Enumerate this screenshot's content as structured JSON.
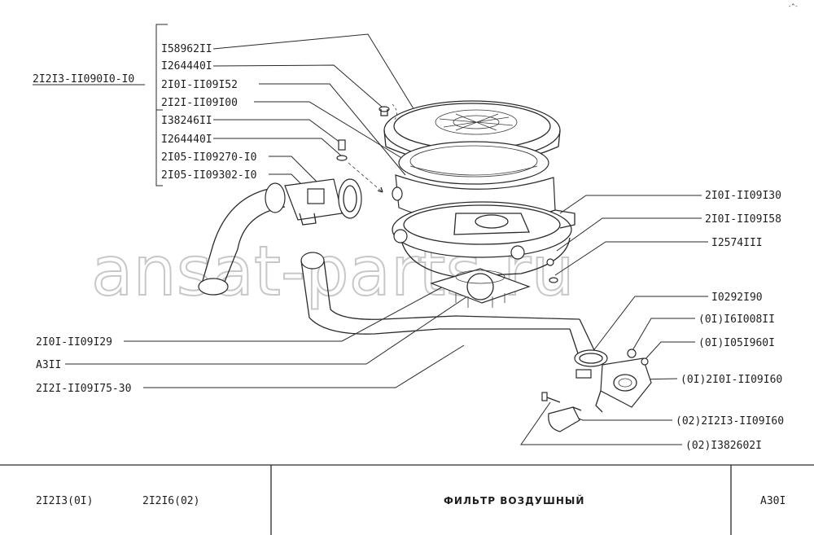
{
  "watermark": "ansat-parts.ru",
  "group_label": "2I2I3-II090I0-I0",
  "labels": {
    "p1": "I58962II",
    "p2": "I264440I",
    "p3": "2I0I-II09I52",
    "p4": "2I2I-II09I00",
    "p5": "I38246II",
    "p6": "I264440I",
    "p7": "2I05-II09270-I0",
    "p8": "2I05-II09302-I0",
    "p9": "2I0I-II09I30",
    "p10": "2I0I-II09I58",
    "p11": "I2574III",
    "p12": "I0292I90",
    "p13": "(0I)I6I008II",
    "p14": "(0I)I05I960I",
    "p15": "(0I)2I0I-II09I60",
    "p16": "(02)2I2I3-II09I60",
    "p17": "(02)I382602I",
    "p18": "2I0I-II09I29",
    "p19": "А3II",
    "p20": "2I2I-II09I75-30"
  },
  "footer": {
    "models_1": "2I2I3(0I)",
    "models_2": "2I2I6(02)",
    "title": "ФИЛЬТР  ВОЗДУШНЫЙ",
    "code": "А30I"
  }
}
